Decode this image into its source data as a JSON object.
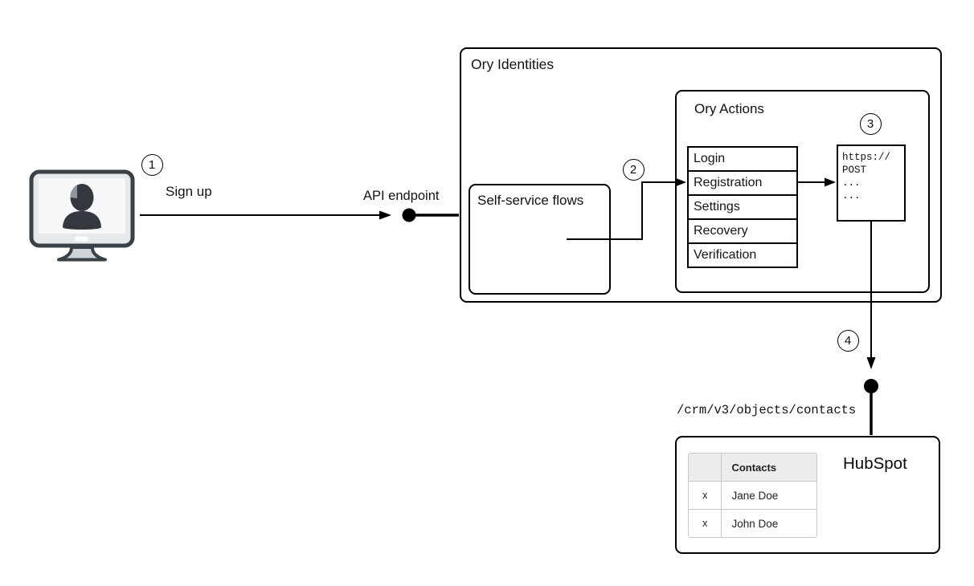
{
  "steps": {
    "one": "1",
    "two": "2",
    "three": "3",
    "four": "4"
  },
  "labels": {
    "sign_up": "Sign up",
    "api_endpoint": "API endpoint",
    "crm_path": "/crm/v3/objects/contacts"
  },
  "ory_identities": {
    "title": "Ory Identities"
  },
  "self_service": {
    "label": "Self-service flows"
  },
  "ory_actions": {
    "title": "Ory Actions",
    "flows": [
      "Login",
      "Registration",
      "Settings",
      "Recovery",
      "Verification"
    ]
  },
  "webhook": {
    "lines": [
      "https://",
      "POST",
      "...",
      "..."
    ]
  },
  "hubspot": {
    "title": "HubSpot",
    "contacts_table": {
      "header": "Contacts",
      "rows": [
        {
          "mark": "x",
          "name": "Jane Doe"
        },
        {
          "mark": "x",
          "name": "John Doe"
        }
      ]
    }
  },
  "colors": {
    "line_stroke": "#000000",
    "text": "#141414",
    "table_header_bg": "#ededed",
    "table_border": "#c9c9c9",
    "monitor_dark": "#394046",
    "monitor_bezel": "#e7e9ea",
    "monitor_screen": "#f7f8f9",
    "monitor_stand": "#ced3d7",
    "silhouette": "#32383e"
  }
}
